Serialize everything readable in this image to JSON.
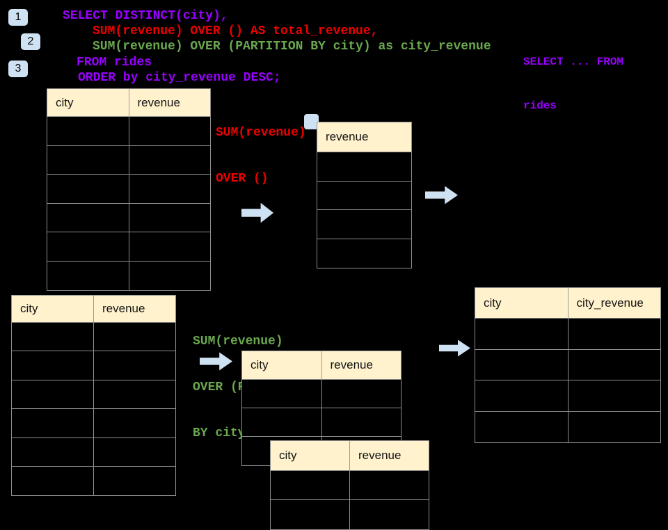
{
  "badges": [
    {
      "label": "1"
    },
    {
      "label": "2"
    },
    {
      "label": "3"
    }
  ],
  "sql_code": {
    "lines": [
      {
        "text": "SELECT DISTINCT(city),",
        "color": "purple"
      },
      {
        "text": "SUM(revenue) OVER () AS total_revenue,",
        "color": "red"
      },
      {
        "text": "SUM(revenue) OVER (PARTITION BY city) as city_revenue",
        "color": "green"
      },
      {
        "text": "FROM rides",
        "color": "purple"
      },
      {
        "text": "ORDER by city_revenue DESC;",
        "color": "purple"
      }
    ]
  },
  "side_note": {
    "line1": "SELECT ... FROM",
    "line2": "rides",
    "color": "purple"
  },
  "annotations": {
    "total_revenue": {
      "line1": "SUM(revenue)",
      "line2": "OVER ()",
      "color": "red"
    },
    "partition": {
      "line1": "SUM(revenue)",
      "line2": "OVER (PARTITION",
      "line3": "BY city)",
      "color": "green"
    }
  },
  "tables": {
    "source_top": {
      "columns": [
        "city",
        "revenue"
      ],
      "rows": 6
    },
    "revenue_only": {
      "columns": [
        "revenue"
      ],
      "rows": 4
    },
    "source_bottom": {
      "columns": [
        "city",
        "revenue"
      ],
      "rows": 6
    },
    "partition_mid": {
      "columns": [
        "city",
        "revenue"
      ],
      "rows": 3
    },
    "partition_overlay": {
      "columns": [
        "city",
        "revenue"
      ],
      "rows": 2
    },
    "result": {
      "columns": [
        "city",
        "city_revenue"
      ],
      "rows": 4
    }
  },
  "colors": {
    "purple": "#9900ff",
    "red": "#ee0000",
    "green": "#6aa84f",
    "header_fill": "#fff2cc",
    "arrow_fill": "#cfe2f3",
    "badge_fill": "#cfe2f3",
    "border": "#8f8f8f"
  }
}
